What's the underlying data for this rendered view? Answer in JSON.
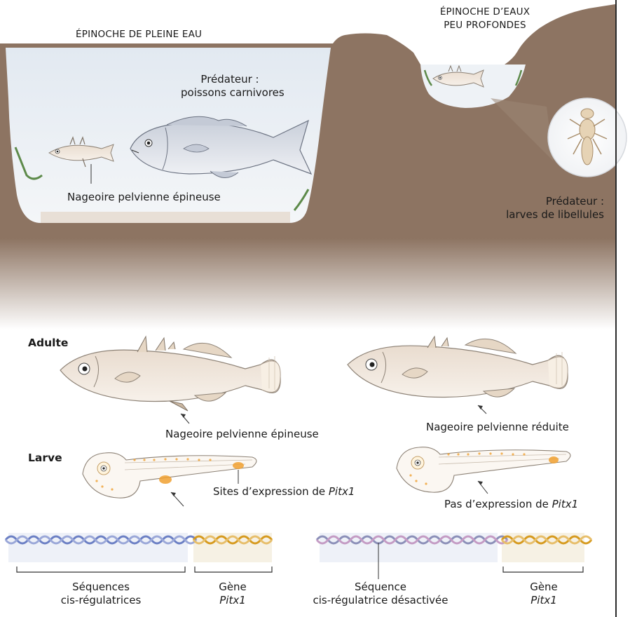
{
  "habitats": {
    "open_water": {
      "title": "ÉPINOCHE DE PLEINE EAU",
      "predator_label": "Prédateur :",
      "predator_name": "poissons carnivores",
      "spine_label": "Nageoire pelvienne épineuse"
    },
    "shallow_water": {
      "title_line1": "ÉPINOCHE D’EAUX",
      "title_line2": "PEU PROFONDES",
      "predator_label": "Prédateur :",
      "predator_name": "larves de libellules"
    }
  },
  "adult": {
    "row_label": "Adulte",
    "left_caption": "Nageoire pelvienne épineuse",
    "right_caption": "Nageoire pelvienne réduite"
  },
  "larva": {
    "row_label": "Larve",
    "left_caption_prefix": "Sites d’expression de ",
    "left_caption_gene": "Pitx1",
    "right_caption_prefix": "Pas d’expression de ",
    "right_caption_gene": "Pitx1"
  },
  "dna": {
    "left_reg_line1": "Séquences",
    "left_reg_line2": "cis-régulatrices",
    "left_gene_line1": "Gène",
    "left_gene_line2": "Pitx1",
    "right_reg_line1": "Séquence",
    "right_reg_line2": "cis-régulatrice désactivée",
    "right_gene_line1": "Gène",
    "right_gene_line2": "Pitx1"
  },
  "colors": {
    "earth": "#8d7462",
    "water": "#eef2f6",
    "fish_body": "#f2e7dc",
    "predator_fish": "#dfe2ea",
    "expression": "#f0a030",
    "dna_regulatory": "#6b7fc4",
    "dna_gene": "#d69a1e"
  }
}
